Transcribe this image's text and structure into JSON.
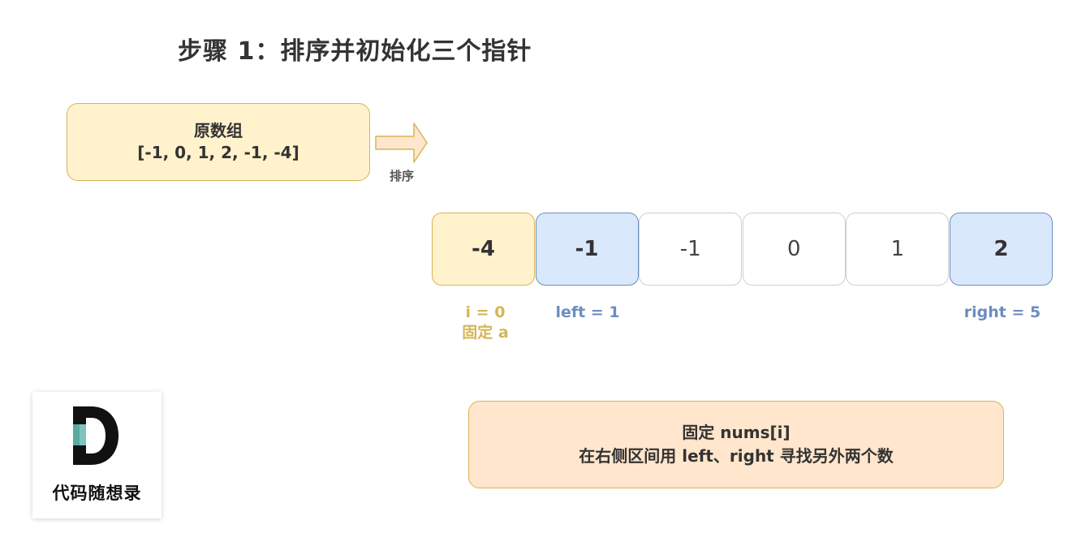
{
  "title": "步骤 1：排序并初始化三个指针",
  "original_array": {
    "heading": "原数组",
    "value": "[-1, 0, 1, 2, -1, -4]"
  },
  "arrow_label": "排序",
  "sorted_array": {
    "cells": [
      "-4",
      "-1",
      "-1",
      "0",
      "1",
      "2"
    ]
  },
  "pointers": {
    "i_label": "i = 0",
    "i_sub": "固定 a",
    "left_label": "left = 1",
    "right_label": "right = 5"
  },
  "note": {
    "line1": "固定 nums[i]",
    "line2": "在右侧区间用 left、right 寻找另外两个数"
  },
  "logo": {
    "text": "代码随想录"
  },
  "colors": {
    "fixed_fill": "#fff2cc",
    "fixed_stroke": "#d6b656",
    "pointer_fill": "#dae8fc",
    "pointer_stroke": "#6c8ebf",
    "note_fill": "#ffe6cc",
    "arrow_fill": "#ffe6cc"
  }
}
